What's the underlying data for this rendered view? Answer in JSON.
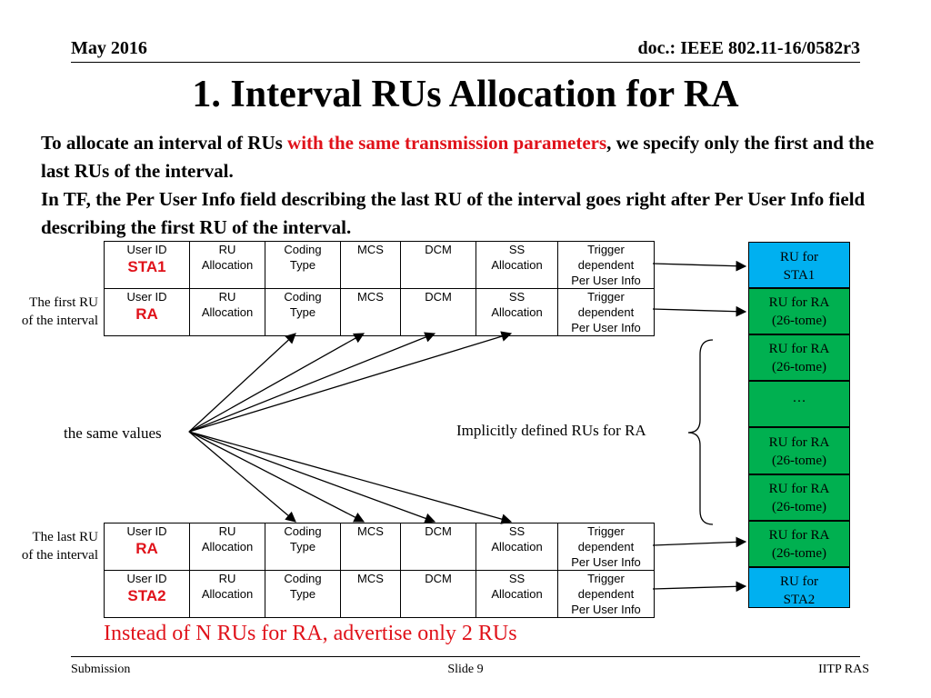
{
  "header": {
    "date": "May 2016",
    "doc": "doc.: IEEE 802.11-16/0582r3"
  },
  "title": "1. Interval RUs Allocation for RA",
  "body": {
    "p1_a": "To allocate an interval of RUs ",
    "p1_red": "with the same transmission parameters",
    "p1_b": ", we specify only the first and the last RUs of the interval.",
    "p2": "In TF, the Per User Info field describing the last RU of the interval goes right after Per User Info field describing the first RU of the interval."
  },
  "field_labels": {
    "user_id": "User ID",
    "ru_alloc_1": "RU",
    "ru_alloc_2": "Allocation",
    "coding_1": "Coding",
    "coding_2": "Type",
    "mcs": "MCS",
    "dcm": "DCM",
    "ss_1": "SS",
    "ss_2": "Allocation",
    "trig_1": "Trigger",
    "trig_2": "dependent",
    "trig_3": "Per User Info"
  },
  "rows": [
    {
      "user": "STA1"
    },
    {
      "user": "RA"
    },
    {
      "user": "RA"
    },
    {
      "user": "STA2"
    }
  ],
  "labels": {
    "first_ru_1": "The first RU",
    "first_ru_2": "of the interval",
    "last_ru_1": "The last RU",
    "last_ru_2": "of the interval",
    "same_values": "the same values",
    "implicit": "Implicitly defined RUs for RA",
    "bottom_note": "Instead of N RUs for RA, advertise only 2 RUs"
  },
  "ru_blocks": [
    {
      "l1": "RU for",
      "l2": "STA1",
      "color": "#00b0f0"
    },
    {
      "l1": "RU for RA",
      "l2": "(26-tome)",
      "color": "#00b050"
    },
    {
      "l1": "RU for RA",
      "l2": "(26-tome)",
      "color": "#00b050"
    },
    {
      "l1": "…",
      "l2": "",
      "color": "#00b050"
    },
    {
      "l1": "RU for RA",
      "l2": "(26-tome)",
      "color": "#00b050"
    },
    {
      "l1": "RU for RA",
      "l2": "(26-tome)",
      "color": "#00b050"
    },
    {
      "l1": "RU for RA",
      "l2": "(26-tome)",
      "color": "#00b050"
    },
    {
      "l1": "RU for",
      "l2": "STA2",
      "color": "#00b0f0"
    }
  ],
  "footer": {
    "left": "Submission",
    "center": "Slide 9",
    "right": "IITP RAS"
  },
  "colors": {
    "accent_red": "#e0121a",
    "sta_blue": "#00b0f0",
    "ra_green": "#00b050"
  }
}
